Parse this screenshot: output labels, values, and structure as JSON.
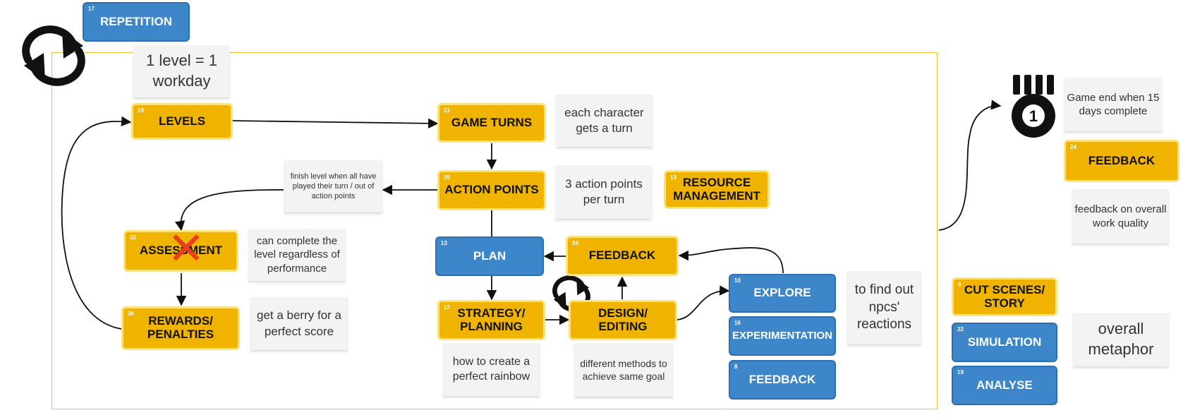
{
  "cards": {
    "repetition": {
      "num": "17",
      "label": "REPETITION"
    },
    "levels": {
      "num": "19",
      "label": "LEVELS"
    },
    "game_turns": {
      "num": "21",
      "label": "GAME TURNS"
    },
    "action_points": {
      "num": "20",
      "label": "ACTION POINTS"
    },
    "resource_management": {
      "num": "13",
      "label": "RESOURCE MANAGEMENT"
    },
    "assessment": {
      "num": "32",
      "label": "ASSESSMENT"
    },
    "rewards_penalties": {
      "num": "36",
      "label": "REWARDS/ PENALTIES"
    },
    "plan": {
      "num": "13",
      "label": "PLAN"
    },
    "feedback_mid": {
      "num": "24",
      "label": "FEEDBACK"
    },
    "strategy_planning": {
      "num": "12",
      "label": "STRATEGY/ PLANNING"
    },
    "design_editing": {
      "num": "",
      "label": "DESIGN/ EDITING"
    },
    "explore": {
      "num": "10",
      "label": "EXPLORE"
    },
    "experimentation": {
      "num": "16",
      "label": "EXPERIMENTATION"
    },
    "feedback_low": {
      "num": "8",
      "label": "FEEDBACK"
    },
    "feedback_right": {
      "num": "24",
      "label": "FEEDBACK"
    },
    "cut_scenes": {
      "num": "9",
      "label": "CUT SCENES/ STORY"
    },
    "simulation": {
      "num": "22",
      "label": "SIMULATION"
    },
    "analyse": {
      "num": "19",
      "label": "ANALYSE"
    }
  },
  "notes": {
    "level_workday": "1 level = 1 workday",
    "each_character": "each character gets a turn",
    "finish_level": "finish level when all have played their turn / out of action points",
    "action_points_per_turn": "3 action points per turn",
    "complete_regardless": "can complete the level regardless of performance",
    "berry": "get a  berry for a perfect score",
    "rainbow": "how to  create a perfect rainbow",
    "methods": "different methods to achieve same goal",
    "npcs": "to find out npcs' reactions",
    "game_end": "Game end when 15 days complete",
    "feedback_quality": "feedback on overall work quality",
    "metaphor": "overall metaphor"
  },
  "icons": {
    "cycle_large": "refresh-cycle-icon",
    "cycle_small": "refresh-cycle-icon",
    "medal": "first-place-medal-icon",
    "medal_digit": "1",
    "strike": "cross-out-mark"
  },
  "colors": {
    "yellow_card": "#f0b400",
    "blue_card": "#3d86c9",
    "frame": "#f2c12e",
    "strike": "#e8401c",
    "note": "#f3f3f4"
  }
}
